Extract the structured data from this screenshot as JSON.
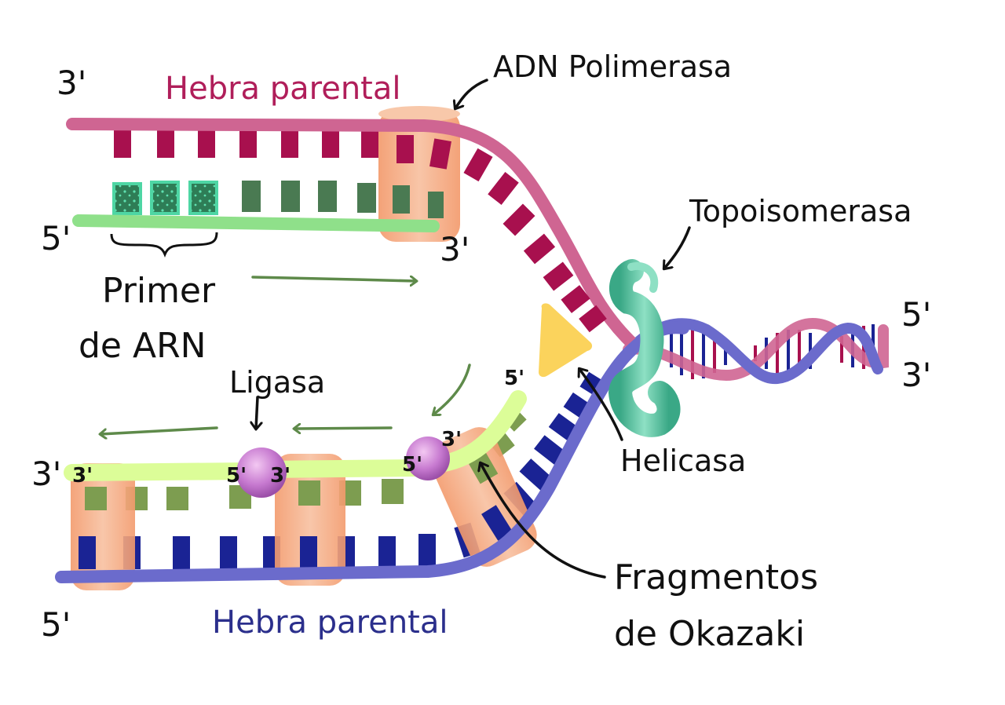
{
  "labels": {
    "parental_top": "Hebra parental",
    "parental_bottom": "Hebra parental",
    "polymerase": "ADN Polimerasa",
    "topoisomerase": "Topoisomerasa",
    "primer_line1": "Primer",
    "primer_line2": "de ARN",
    "ligase": "Ligasa",
    "helicase": "Helicasa",
    "okazaki_line1": "Fragmentos",
    "okazaki_line2": "de Okazaki"
  },
  "ends": {
    "top_left": "3'",
    "leading_left": "5'",
    "leading_right": "3'",
    "lagging_left": "3'",
    "bottom_left": "5'",
    "helix_top": "5'",
    "helix_bottom": "3'",
    "frag1_left": "3'",
    "frag1_right": "5'",
    "frag2_left": "3'",
    "frag2_right": "5'",
    "frag3_left": "3'",
    "frag3_top": "5'"
  },
  "colors": {
    "parental_top_strand": "#cf6592",
    "parental_top_bases": "#a8104e",
    "parental_bottom_strand": "#6b6bcc",
    "parental_bottom_bases": "#1a2394",
    "leading_strand": "#8fe08a",
    "leading_bases": "#4a7a52",
    "primer_fill": "#2e7d56",
    "primer_border": "#4ed6a4",
    "lagging_strand": "#dcfd98",
    "lagging_bases": "#7d9d50",
    "polymerase": "#f6b088",
    "ligase": "#c77ad0",
    "helicase": "#fbd35c",
    "topoisomerase": "#5cc4a4",
    "arrow": "#5e8a4a"
  },
  "icons": [
    "polymerase-shape",
    "ligase-sphere",
    "helicase-triangle",
    "topoisomerase-clamp"
  ]
}
